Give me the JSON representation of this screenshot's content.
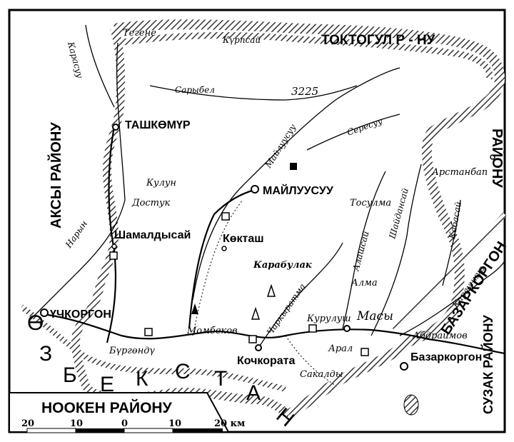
{
  "regions": {
    "toktogul": "ТОКТОГУЛ  Р - НУ",
    "aksy": "АКСЫ  РАЙОНУ",
    "nooken": "НООКЕН  РАЙОНУ",
    "bazarkorgon": "БАЗАРКОРГОН",
    "bazarkorgon_rayonu": "РАЙОНУ",
    "suzak": "СУЗАК  РАЙОНУ",
    "uzbekistan_letters": [
      "Ө",
      "З",
      "Б",
      "Е",
      "К",
      "С",
      "Т",
      "А",
      "Н"
    ]
  },
  "towns": {
    "tashkomur": "ТАШКӨМҮР",
    "mailuusuu": "МАЙЛУУСУУ",
    "shamaldysai": "Шамалдысай",
    "kok_tash": "Көкташ",
    "uchkorgon": "ҮЧКОРГОН",
    "kochkorata": "Кочкората",
    "bazarkorgon": "Базаркоргон",
    "masy": "Масы"
  },
  "villages": {
    "tegene": "Тегене",
    "kulun": "Кулун",
    "dostuk": "Достук",
    "karabulak": "Карабулак",
    "arstanbap": "Арстанбап",
    "tosulma": "Тосулма",
    "alma": "Алма",
    "kurulush": "Курулуш",
    "momvekov": "Момбеков",
    "burgondu": "Бүргөндү",
    "aral": "Арал",
    "sakaldy": "Сакалды",
    "abdraimov": "Абдраимов"
  },
  "rivers": {
    "karasuu": "Карасуу",
    "kurpsai": "Күрпсай",
    "sarybel": "Сарыбел",
    "mailuusuu": "Майлуусуу",
    "seresuu": "Сересуу",
    "naryn": "Нарын",
    "alashsai": "Алашсай",
    "shaidansai": "Шайдансай",
    "kabasai": "Кабасай",
    "charkyrattma": "Чаркыратма",
    "karaunkur": "Караүңкүр"
  },
  "peak": "3225",
  "scale": {
    "ticks": [
      "20",
      "10",
      "0",
      "10",
      "20 км"
    ],
    "unit": "км"
  },
  "colors": {
    "ink": "#000000",
    "paper": "#ffffff",
    "hatch": "#555555"
  }
}
